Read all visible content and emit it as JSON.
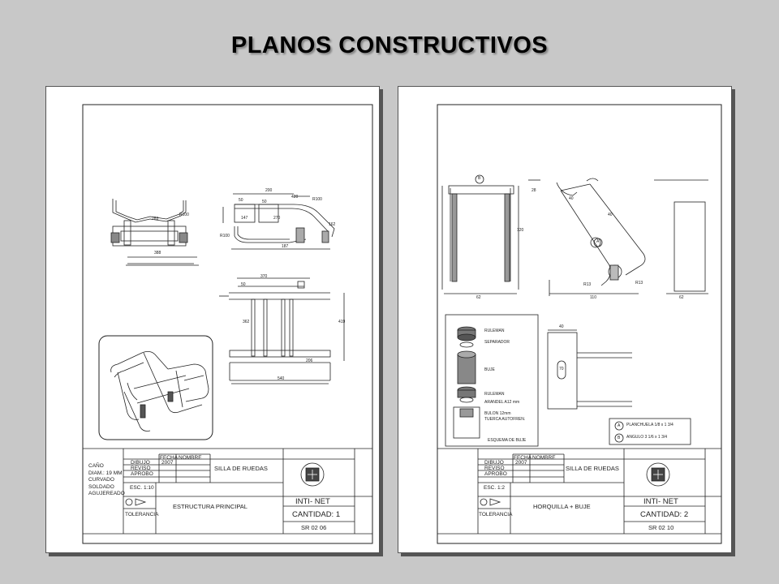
{
  "page": {
    "title": "PLANOS CONSTRUCTIVOS"
  },
  "colors": {
    "background": "#c8c8c8",
    "sheet": "#ffffff",
    "line": "#222222"
  },
  "sheet1": {
    "materials": [
      "CAÑO",
      "DIAM.: 19 MM",
      "CURVADO",
      "SOLDADO",
      "AGUJEREADO"
    ],
    "hdr_fecha": "FECHA",
    "hdr_nombre": "NOMBRE",
    "row_dibujo": "DIBUJO",
    "row_reviso": "REVISO",
    "row_aprobo": "APROBO",
    "year": "2007",
    "project": "SILLA DE RUEDAS",
    "scale": "ESC. 1:10",
    "tolerancia": "TOLERANCIA",
    "part_name": "ESTRUCTURA PRINCIPAL",
    "company": "INTI- NET",
    "quantity": "CANTIDAD: 1",
    "code": "SR 02 06",
    "dims": [
      "283",
      "388",
      "R100",
      "R100",
      "R100",
      "50",
      "147",
      "270",
      "162",
      "200",
      "50",
      "187",
      "50",
      "362",
      "370",
      "419",
      "540",
      "206",
      "420"
    ]
  },
  "sheet2": {
    "hdr_fecha": "FECHA",
    "hdr_nombre": "NOMBRE",
    "row_dibujo": "DIBUJO",
    "row_reviso": "REVISO",
    "row_aprobo": "APROBO",
    "year": "2007",
    "project": "SILLA DE RUEDAS",
    "scale": "ESC. 1:2",
    "tolerancia": "TOLERANCIA",
    "part_name": "HORQUILLA + BUJE",
    "company": "INTI- NET",
    "quantity": "CANTIDAD: 2",
    "code": "SR 02 10",
    "callout_a": "A",
    "callout_b": "B",
    "explode": [
      "RULEMAN",
      "SEPARADOR",
      "BUJE",
      "RULEMAN",
      "ARANDEL A12 mm",
      "BULON 12mm",
      "TUERCA AUTOFREN.",
      "ESQUEMA DE BUJE"
    ],
    "legend": [
      {
        "key": "A",
        "text": "PLANCHUELA 1/8 x 1 3/4"
      },
      {
        "key": "B",
        "text": "ANGULO 3 1/6 x 1 3/4"
      }
    ],
    "dims": [
      "28",
      "120",
      "40",
      "110",
      "40",
      "R13",
      "R13",
      "62",
      "62",
      "40",
      "70"
    ]
  }
}
